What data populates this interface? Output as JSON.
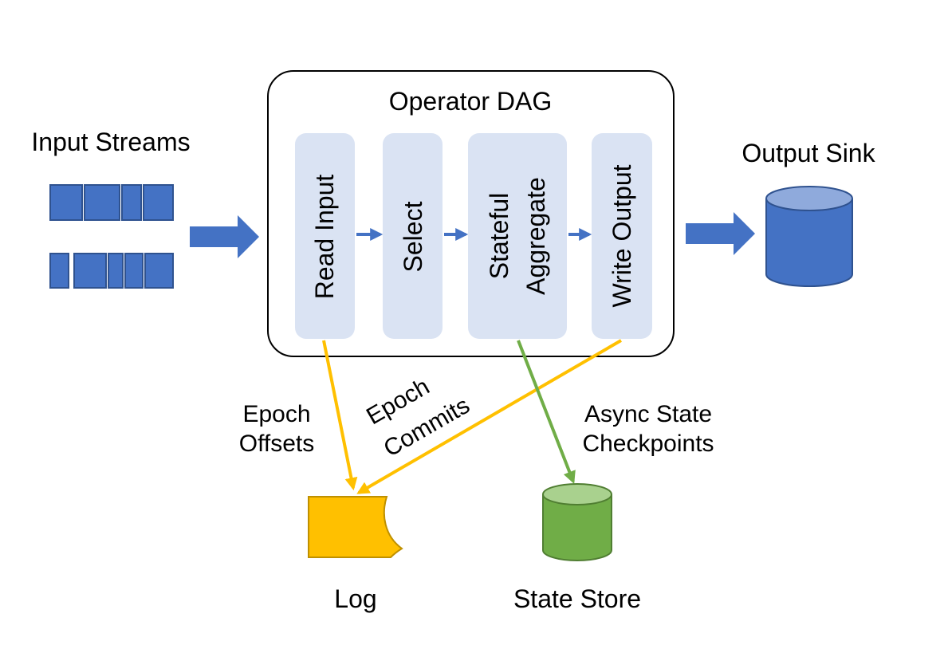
{
  "labels": {
    "input_streams": "Input Streams",
    "operator_dag": "Operator DAG",
    "output_sink": "Output Sink",
    "epoch_offsets_line1": "Epoch",
    "epoch_offsets_line2": "Offsets",
    "epoch_commits_line1": "Epoch",
    "epoch_commits_line2": "Commits",
    "async_line1": "Async State",
    "async_line2": "Checkpoints",
    "log": "Log",
    "state_store": "State Store"
  },
  "operators": {
    "read_input": "Read Input",
    "select": "Select",
    "stateful_line1": "Stateful",
    "stateful_line2": "Aggregate",
    "write_output": "Write Output"
  },
  "colors": {
    "blue": "#4472c4",
    "blue_dark": "#2f528f",
    "operator_fill": "#dae3f3",
    "yellow": "#ffc000",
    "yellow_dark": "#bf9000",
    "green": "#70ad47",
    "green_light": "#a9d18e",
    "green_dark": "#507e32"
  }
}
